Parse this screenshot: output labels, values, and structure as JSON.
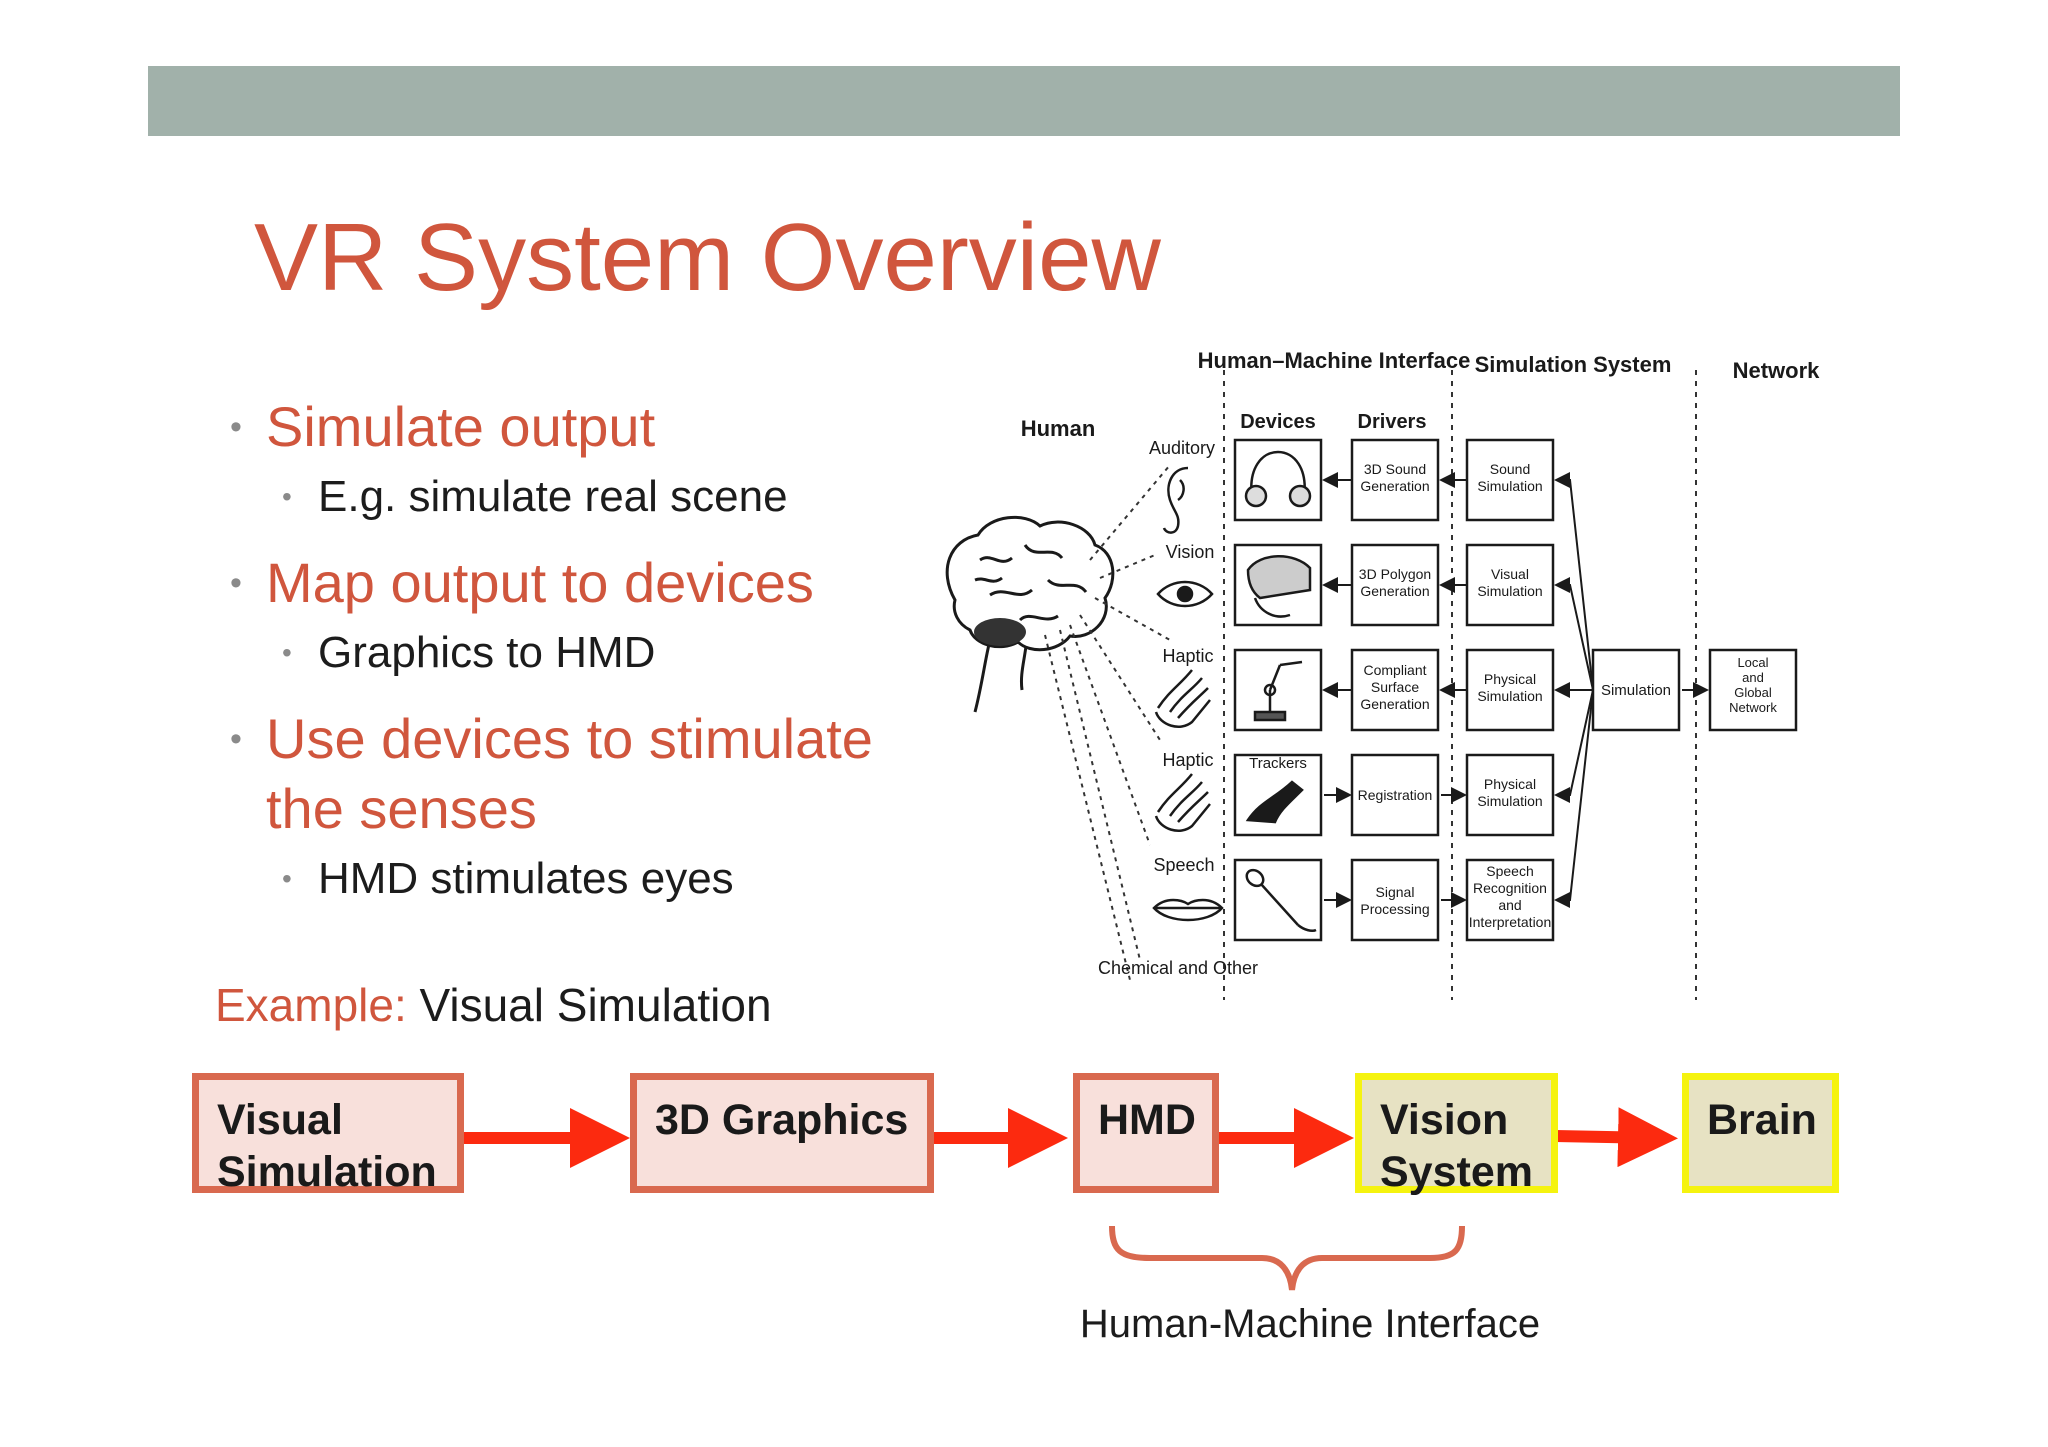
{
  "slide": {
    "title": "VR System Overview",
    "bullets": [
      {
        "text": "Simulate output",
        "sub": [
          "E.g. simulate real scene"
        ]
      },
      {
        "text": "Map output to devices",
        "sub": [
          "Graphics to HMD"
        ]
      },
      {
        "text": "Use devices to stimulate the senses",
        "sub": [
          "HMD stimulates eyes"
        ]
      }
    ],
    "example_label": "Example:",
    "example_value": "Visual Simulation"
  },
  "diagram": {
    "columns": {
      "human": "Human",
      "hmi": "Human–Machine Interface",
      "devices": "Devices",
      "drivers": "Drivers",
      "sim_system": "Simulation System",
      "network": "Network"
    },
    "senses": [
      "Auditory",
      "Vision",
      "Haptic",
      "Haptic",
      "Speech",
      "Chemical and Other"
    ],
    "device_trackers": "Trackers",
    "drivers": [
      "3D Sound Generation",
      "3D Polygon Generation",
      "Compliant Surface Generation",
      "Registration",
      "Signal Processing"
    ],
    "simulations": [
      "Sound Simulation",
      "Visual Simulation",
      "Physical Simulation",
      "Physical Simulation",
      "Speech Recognition and Interpretation"
    ],
    "central": "Simulation",
    "network_box": "Local and Global Network"
  },
  "flow": {
    "nodes": [
      "Visual Simulation",
      "3D Graphics",
      "HMD",
      "Vision System",
      "Brain"
    ],
    "brace_label": "Human-Machine Interface",
    "colors": {
      "salmon_border": "#d9694f",
      "salmon_fill": "#f8e0db",
      "yellow_border": "#f5f30f",
      "yellow_fill": "#e7e2c3",
      "arrow": "#fc2a0f"
    }
  }
}
